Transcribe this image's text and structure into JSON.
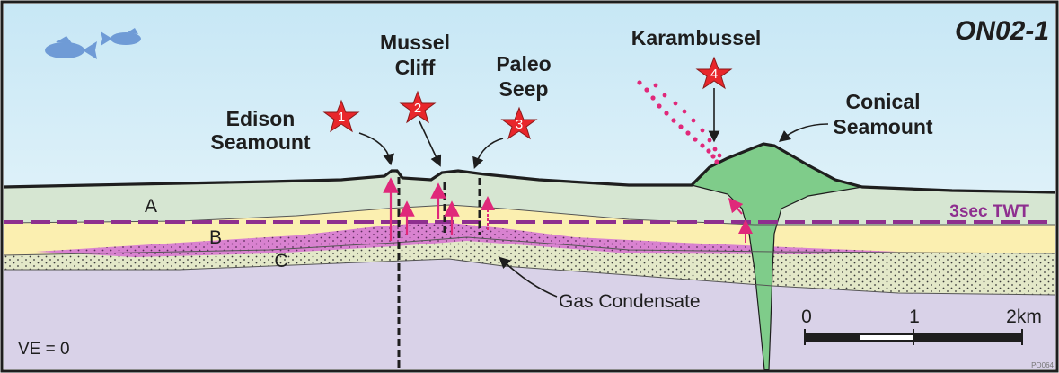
{
  "panel_id": "ON02-1",
  "sites": [
    {
      "name": "Edison",
      "line2": "Seamount",
      "number": "1"
    },
    {
      "name": "Mussel",
      "line2": "Cliff",
      "number": "2"
    },
    {
      "name": "Paleo",
      "line2": "Seep",
      "number": "3"
    },
    {
      "name": "Karambussel",
      "number": "4"
    }
  ],
  "feature": {
    "line1": "Conical",
    "line2": "Seamount"
  },
  "layers": [
    "A",
    "B",
    "C"
  ],
  "twt_label": "3sec TWT",
  "gas_label": "Gas Condensate",
  "scale_ticks": [
    "0",
    "1",
    "2km"
  ],
  "ve_label": "VE = 0",
  "code": "PO064",
  "colors": {
    "water_top": "#c7e7f5",
    "water_bottom": "#f3fafd",
    "layer_a": "#d6e6d2",
    "layer_b": "#fbefb0",
    "layer_c": "#e3e8c8",
    "basement": "#d9d2e8",
    "gas": "#d982d0",
    "twt_line": "#8e2f8f",
    "arrow": "#e0287a",
    "star": "#e8262b",
    "cone": "#7fcc8a",
    "fish": "#6f9bd6"
  }
}
